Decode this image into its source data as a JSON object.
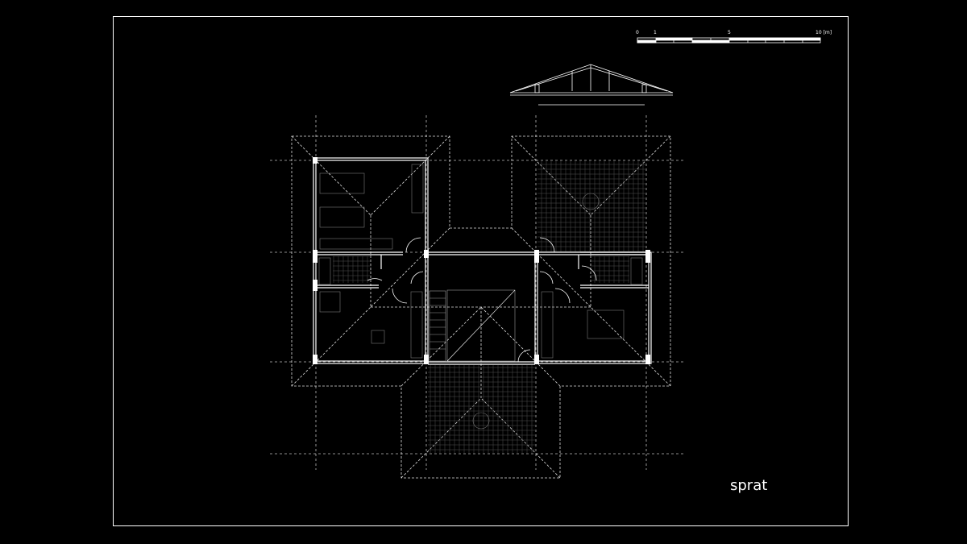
{
  "drawing": {
    "title": "sprat",
    "scale_bar": {
      "labels": [
        "0",
        "1",
        "5",
        "10 [m]"
      ],
      "max_m": 10
    },
    "colors": {
      "background": "#000000",
      "line": "#ffffff",
      "dashed": "#cccccc"
    }
  }
}
